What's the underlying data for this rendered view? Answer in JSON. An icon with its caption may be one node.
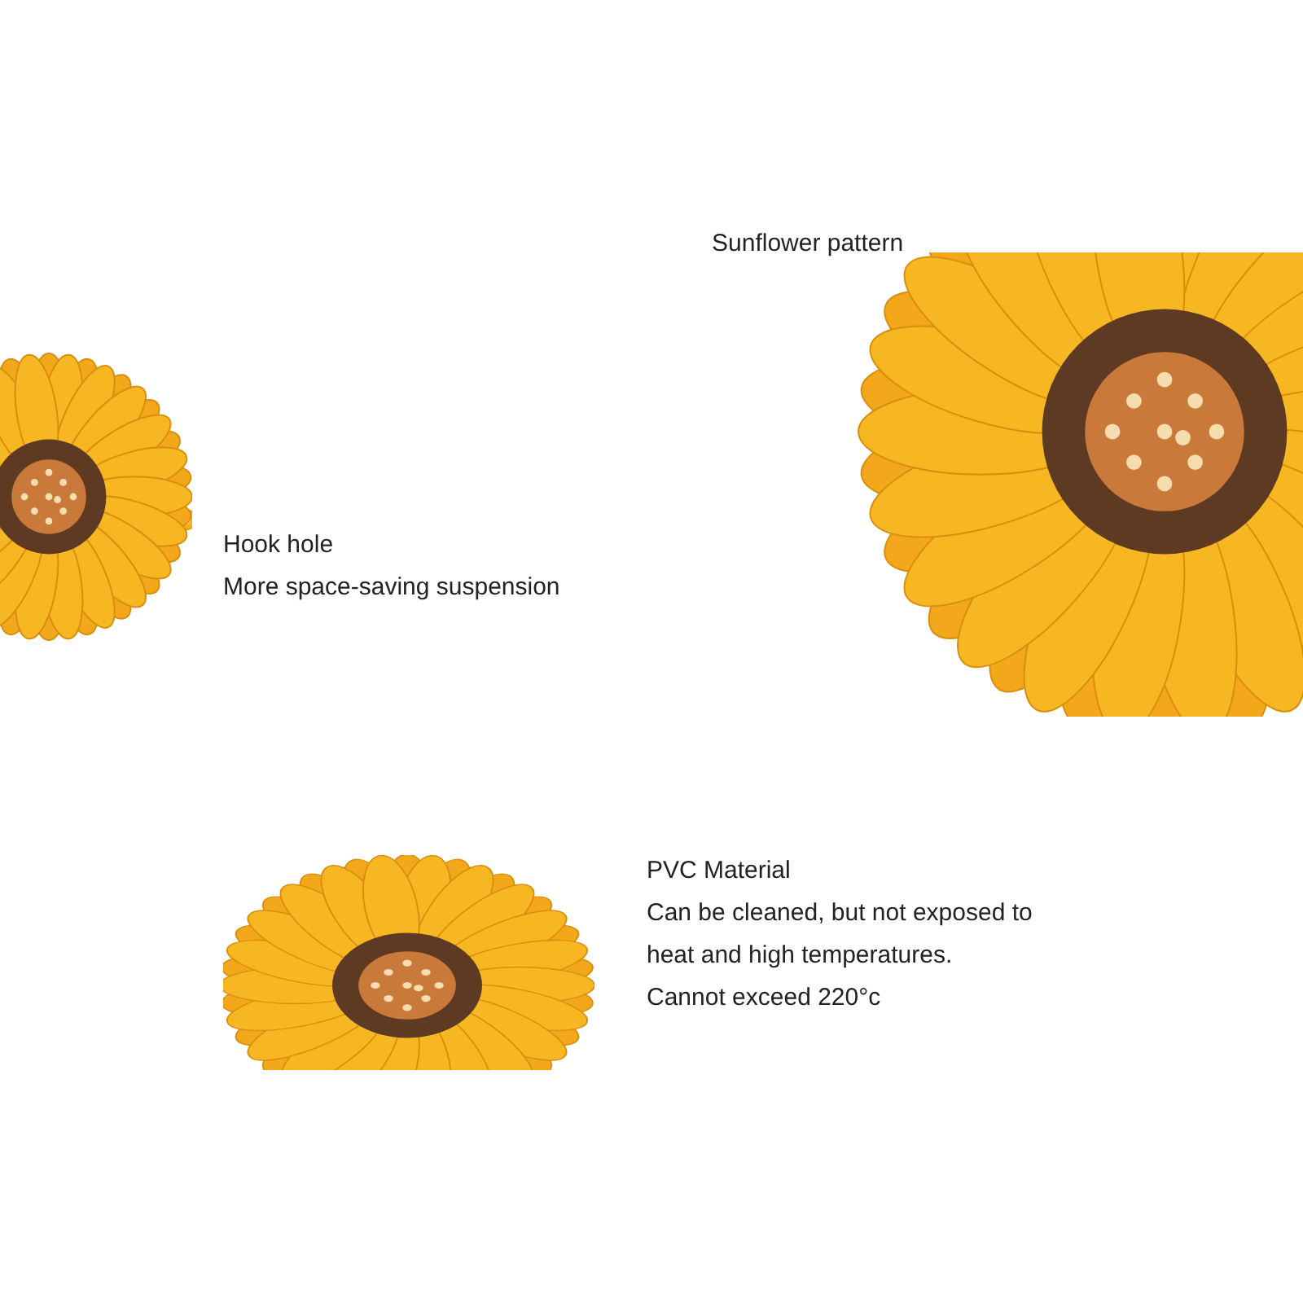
{
  "diagram": {
    "labels": [
      "Sunflower pattern",
      "Hook hole",
      "More space-saving suspension",
      "PVC Material",
      "Can be cleaned, but not exposed to heat and high temperatures.",
      "Cannot exceed 220°c"
    ]
  }
}
